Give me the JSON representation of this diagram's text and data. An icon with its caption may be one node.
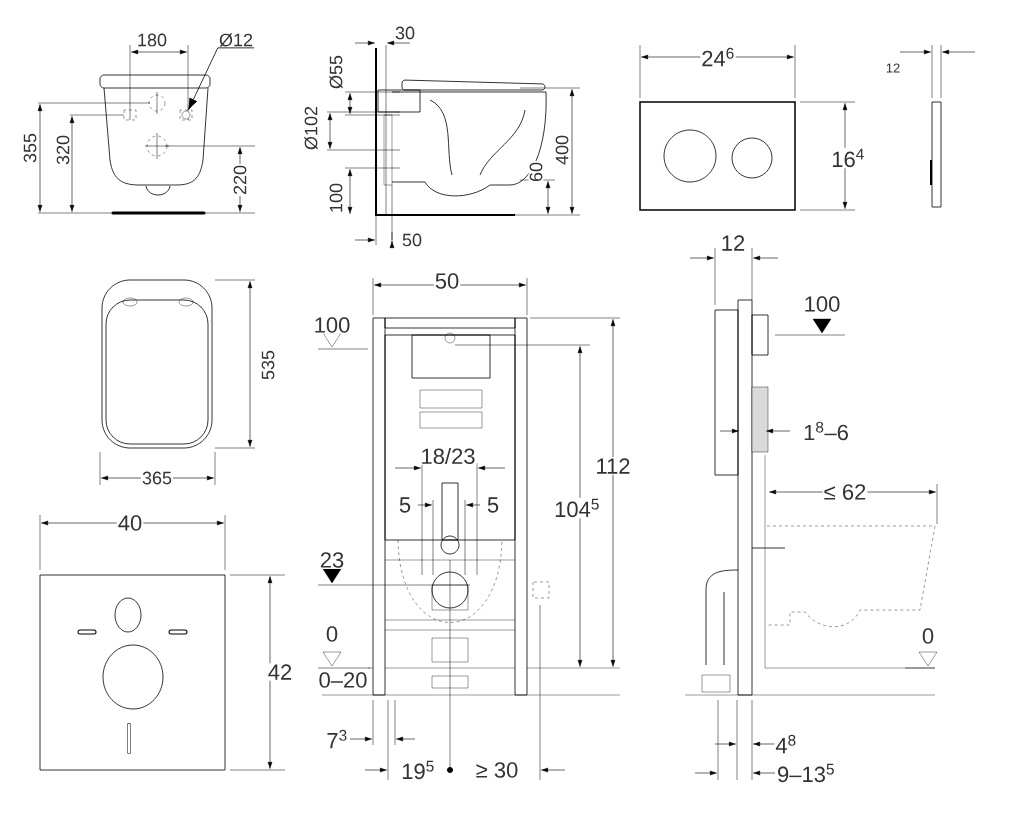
{
  "diagram": {
    "nodes": [
      {
        "text": [
          "Ø12"
        ]
      },
      {
        "text": [],
        "shape": "circle"
      }
    ],
    "edges": [
      {
        "from": 0,
        "to": 1,
        "arrow": "to"
      }
    ],
    "labels": [
      "180",
      "355",
      "320",
      "220",
      "30",
      "Ø55",
      "Ø102",
      "100",
      "60",
      "400",
      "50",
      "24$^{6}$",
      "16$^{4}$",
      "12",
      "535",
      "365",
      "40",
      "42",
      "50",
      "100",
      "18/23",
      "5",
      "5",
      "112",
      "104$^{5}$",
      "23",
      "0",
      "0–20",
      "7$^{3}$",
      "19$^{5}$",
      "≥ 30",
      "12",
      "100",
      "1$^{8}$–6",
      "≤ 62",
      "0",
      "4$^{8}$",
      "9–13$^{5}$"
    ]
  }
}
